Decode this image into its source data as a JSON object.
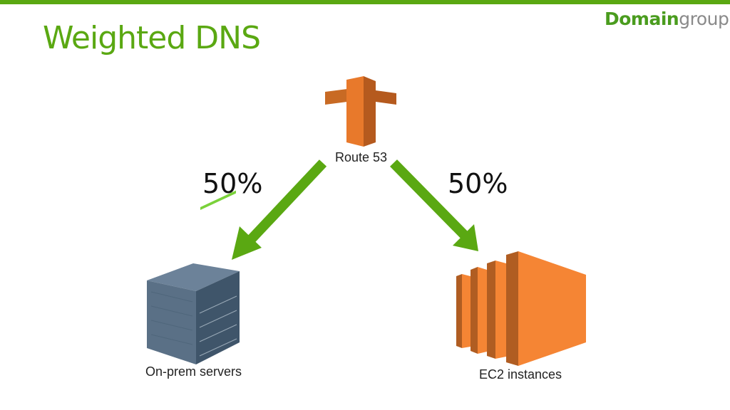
{
  "slide": {
    "title": "Weighted DNS",
    "logo": {
      "bold": "Domain",
      "light": "group"
    },
    "accent_color": "#5aa812"
  },
  "diagram": {
    "source": {
      "label": "Route 53",
      "icon": "route53-icon",
      "color": "#e8792b"
    },
    "edges": [
      {
        "weight": "50%",
        "arrow_color": "#5aa812"
      },
      {
        "weight": "50%",
        "arrow_color": "#5aa812"
      }
    ],
    "targets": [
      {
        "label": "On-prem servers",
        "icon": "server-icon",
        "color": "#4d6478"
      },
      {
        "label": "EC2 instances",
        "icon": "ec2-icon",
        "color": "#f58534"
      }
    ]
  }
}
